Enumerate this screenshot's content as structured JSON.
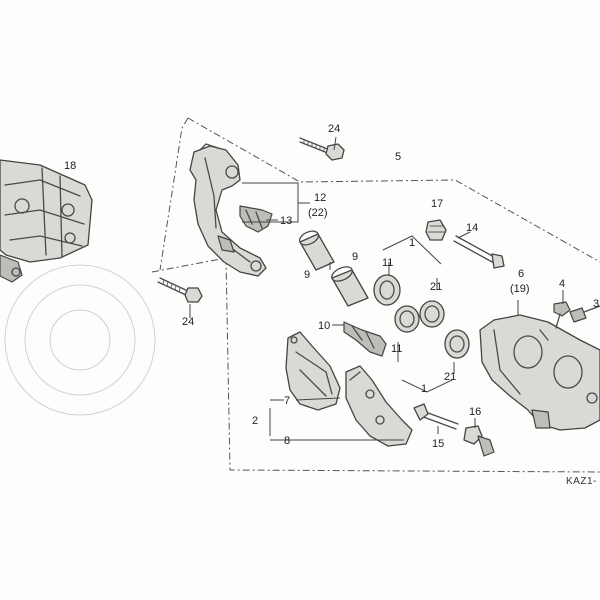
{
  "labels": {
    "p18": "18",
    "p24a": "24",
    "p24b": "24",
    "p5": "5",
    "p12": "12",
    "p12alt": "(22)",
    "p13": "13",
    "p17": "17",
    "p14": "14",
    "p9a": "9",
    "p9b": "9",
    "p1a": "1",
    "p1b": "1",
    "p11a": "11",
    "p11b": "11",
    "p21a": "21",
    "p21b": "21",
    "p6": "6",
    "p6alt": "(19)",
    "p4": "4",
    "p3": "3",
    "p10": "10",
    "p2": "2",
    "p7": "7",
    "p8": "8",
    "p15": "15",
    "p16": "16",
    "code": "KAZ1-"
  }
}
